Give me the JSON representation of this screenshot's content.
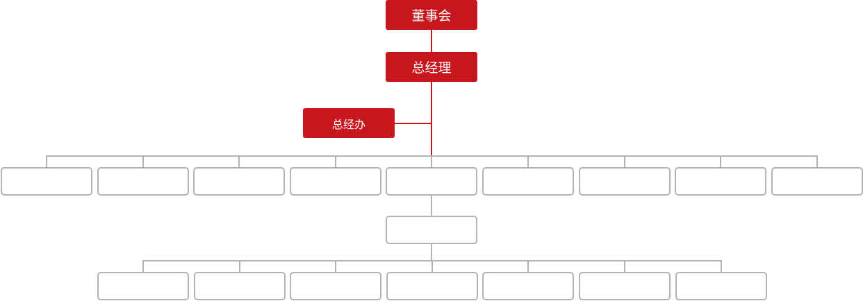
{
  "org_chart": {
    "board": "董事会",
    "general_manager": "总经理",
    "gm_office": "总经办",
    "department_count": 9,
    "sub_department_count": 7
  },
  "colors": {
    "accent": "#c8161e",
    "connector_gray": "#b3b3b3",
    "label_text": "#ffffff"
  }
}
